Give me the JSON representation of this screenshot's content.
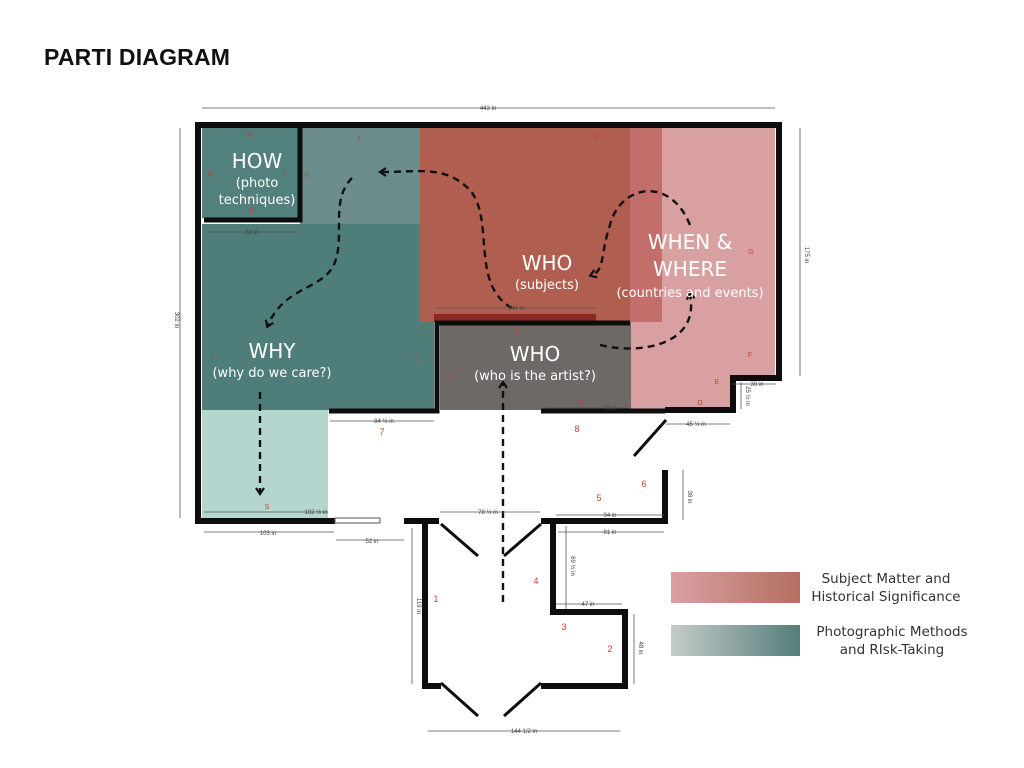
{
  "title": "PARTI DIAGRAM",
  "zones": {
    "how": {
      "title": "HOW",
      "sub1": "(photo",
      "sub2": "techniques)"
    },
    "why": {
      "title": "WHY",
      "sub": "(why do we care?)"
    },
    "who_subjects": {
      "title": "WHO",
      "sub": "(subjects)"
    },
    "when_where": {
      "title1": "WHEN &",
      "title2": "WHERE",
      "sub": "(countries and events)"
    },
    "who_artist": {
      "title": "WHO",
      "sub": "(who is the artist?)"
    }
  },
  "dimensions": {
    "top": "443 in",
    "left": "302 in",
    "right": "175 in",
    "bottom_left": "103 in",
    "door": "52 in",
    "corridor_left": "102 ½ in",
    "corridor_top": "84 ½ in",
    "middle_opening": "78 ½ in",
    "right_opening": "94 in",
    "right_wall_a": "45 ½ in",
    "right_step_w": "30 in",
    "right_step_h": "25 ½ in",
    "right_small": "38 in",
    "right_lower": "81 in",
    "hallway_left": "119 in",
    "hallway_mid": "69 ½ in",
    "hallway_step": "47 in",
    "hallway_right": "48 in",
    "hallway_bottom": "144 1/2 in",
    "how_width": "58 in",
    "who_width": "144 in",
    "c_width": "70 in"
  },
  "wall_letters": [
    "N",
    "J",
    "H",
    "M",
    "L",
    "K",
    "G",
    "F",
    "E",
    "D",
    "C",
    "B",
    "A",
    "S",
    "P",
    "O",
    "Q"
  ],
  "area_numbers": [
    "1",
    "2",
    "3",
    "4",
    "5",
    "6",
    "7",
    "8"
  ],
  "legend": [
    {
      "line1": "Subject Matter and",
      "line2": "Historical Significance",
      "color_from": "#d9a1a3",
      "color_to": "#b46f5f"
    },
    {
      "line1": "Photographic Methods",
      "line2": "and RIsk-Taking",
      "color_from": "#c4ccc9",
      "color_to": "#557d7a"
    }
  ],
  "colors": {
    "teal": "#52807d",
    "teal_light": "#b5d6cf",
    "terracotta": "#b05e4f",
    "rose": "#d9a0a2",
    "gray": "#6e6866",
    "wall": "#0d0d0d"
  }
}
